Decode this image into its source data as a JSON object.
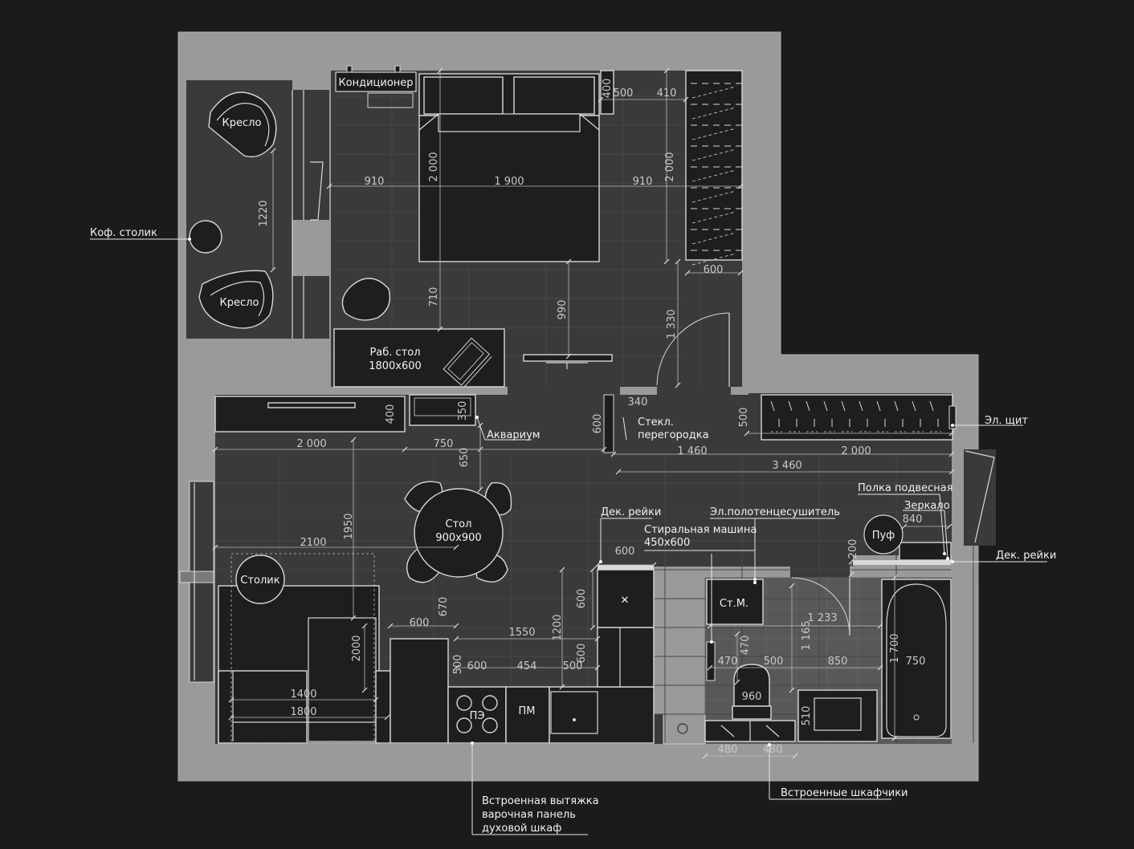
{
  "colors": {
    "background": "#1b1b1b",
    "wall": "#9a9a9a",
    "floor": "#3a3a3a",
    "fixture": "#1e1e1e",
    "line": "#d8d8d8",
    "text": "#f2f2f2"
  },
  "labels": {
    "air_conditioner": "Кондиционер",
    "armchair_top": "Кресло",
    "armchair_bottom": "Кресло",
    "desk_line1": "Раб. стол",
    "desk_line2": "1800х600",
    "table_line1": "Стол",
    "table_line2": "900х900",
    "side_table": "Столик",
    "pouf": "Пуф",
    "washer_short": "Ст.М.",
    "hob": "ПЭ",
    "dishwasher": "ПМ",
    "washer_sign": "✕"
  },
  "callouts": {
    "coffee_table": "Коф. столик",
    "aquarium": "Аквариум",
    "glass_partition_1": "Стекл.",
    "glass_partition_2": "перегородка",
    "electrical_panel": "Эл. щит",
    "hanging_shelf": "Полка подвесная",
    "mirror": "Зеркало",
    "decor_slats_left": "Дек. рейки",
    "decor_slats_right": "Дек. рейки",
    "towel_dryer": "Эл.полотенцесушитель",
    "washing_machine_1": "Стиральная машина",
    "washing_machine_2": "450х600",
    "built_in_cabinets": "Встроенные шкафчики",
    "kitchen_1": "Встроенная вытяжка",
    "kitchen_2": "варочная панель",
    "kitchen_3": "духовой шкаф"
  },
  "dimensions": {
    "bed_width": "1 900",
    "bed_left_gap": "910",
    "bed_right_gap": "910",
    "bed_length": "2 000",
    "wardrobe_length": "2 000",
    "wardrobe_depth": "600",
    "ac_top_500": "500",
    "ac_top_400": "400",
    "ac_top_410": "410",
    "bed_to_desk": "710",
    "bed_to_tv": "990",
    "door_clear": "1 330",
    "balcony_1220": "1220",
    "tv_unit_length": "2 000",
    "tv_unit_depth": "400",
    "aquarium_depth": "350",
    "aquarium_offset": "750",
    "table_offset": "650",
    "partition_600": "600",
    "partition_340": "340",
    "hall_1460": "1 460",
    "hall_2000": "2 000",
    "hall_3460": "3 460",
    "hall_500": "500",
    "living_2100": "2100",
    "living_1950": "1950",
    "sofa_2000": "2000",
    "sofa_1400": "1400",
    "sofa_1800": "1800",
    "kitchen_600_left": "600",
    "kitchen_670": "670",
    "kitchen_1550": "1550",
    "kitchen_1200": "1200",
    "kitchen_600_a": "600",
    "kitchen_600_b": "600",
    "kitchen_500_a": "500",
    "kitchen_600_c": "600",
    "kitchen_454": "454",
    "kitchen_500_b": "500",
    "kitchen_600_top": "600",
    "bath_1233": "1 233",
    "bath_1165": "1 165",
    "bath_470_v": "470",
    "bath_470": "470",
    "bath_500": "500",
    "bath_850": "850",
    "bath_1700": "1 700",
    "bath_750": "750",
    "bath_960": "960",
    "bath_510": "510",
    "bath_840": "840",
    "bath_200": "200",
    "cab_480_a": "480",
    "cab_480_b": "480"
  }
}
